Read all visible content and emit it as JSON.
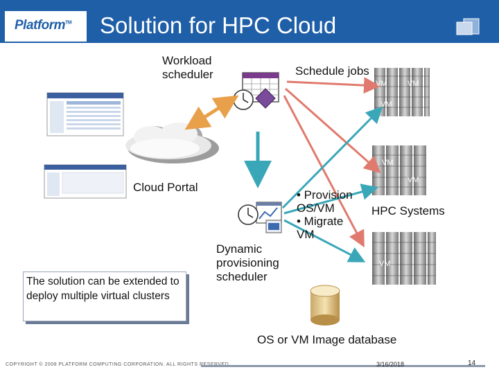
{
  "header": {
    "logo": "Platform",
    "logo_tm": "TM",
    "title": "Solution for HPC Cloud"
  },
  "labels": {
    "workload_scheduler": "Workload\nscheduler",
    "schedule_jobs": "Schedule jobs",
    "cloud_portal": "Cloud Portal",
    "provision": "• Provision\nOS/VM\n• Migrate\nVM",
    "hpc_systems": "HPC Systems",
    "dynamic_scheduler": "Dynamic\nprovisioning\nscheduler",
    "image_database": "OS or VM Image database",
    "vm": "VM"
  },
  "callout": {
    "text": "The solution can be extended to deploy multiple virtual clusters"
  },
  "footer": {
    "copyright": "COPYRIGHT © 2008 PLATFORM COMPUTING CORPORATION. ALL RIGHTS RESERVED.",
    "date": "3/16/2018",
    "page": "14"
  },
  "colors": {
    "header_blue": "#1f5fa8",
    "arrow_pink": "#e07a6e",
    "arrow_teal": "#3aa7b8",
    "arrow_orange": "#e8a04a"
  }
}
